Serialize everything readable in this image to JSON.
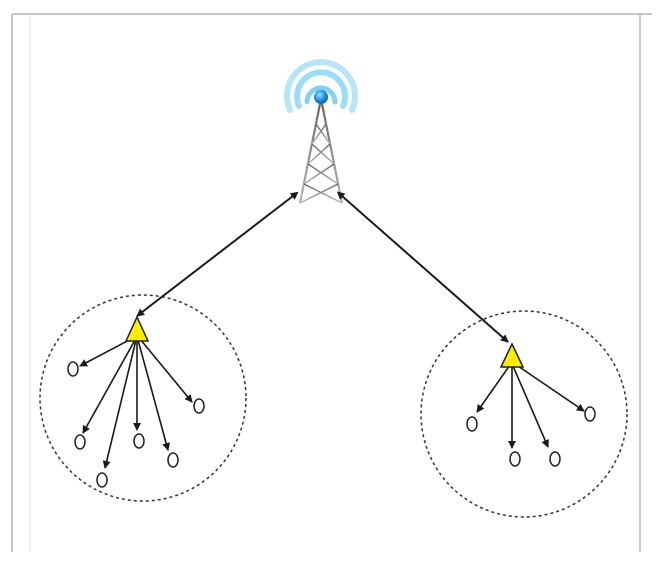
{
  "diagram": {
    "nodes": [
      {
        "id": "tower",
        "kind": "base-station-tower"
      },
      {
        "id": "relay-left",
        "kind": "relay-triangle"
      },
      {
        "id": "relay-right",
        "kind": "relay-triangle"
      },
      {
        "id": "user-l1",
        "kind": "user-node"
      },
      {
        "id": "user-l2",
        "kind": "user-node"
      },
      {
        "id": "user-l3",
        "kind": "user-node"
      },
      {
        "id": "user-l4",
        "kind": "user-node"
      },
      {
        "id": "user-l5",
        "kind": "user-node"
      },
      {
        "id": "user-l6",
        "kind": "user-node"
      },
      {
        "id": "user-r1",
        "kind": "user-node"
      },
      {
        "id": "user-r2",
        "kind": "user-node"
      },
      {
        "id": "user-r3",
        "kind": "user-node"
      },
      {
        "id": "user-r4",
        "kind": "user-node"
      }
    ],
    "links": [
      {
        "from": "tower",
        "to": "relay-left",
        "direction": "bidirectional"
      },
      {
        "from": "tower",
        "to": "relay-right",
        "direction": "bidirectional"
      },
      {
        "from": "relay-left",
        "to": "user-l1",
        "direction": "forward"
      },
      {
        "from": "relay-left",
        "to": "user-l2",
        "direction": "forward"
      },
      {
        "from": "relay-left",
        "to": "user-l3",
        "direction": "forward"
      },
      {
        "from": "relay-left",
        "to": "user-l4",
        "direction": "forward"
      },
      {
        "from": "relay-left",
        "to": "user-l5",
        "direction": "forward"
      },
      {
        "from": "relay-left",
        "to": "user-l6",
        "direction": "forward"
      },
      {
        "from": "relay-right",
        "to": "user-r1",
        "direction": "forward"
      },
      {
        "from": "relay-right",
        "to": "user-r2",
        "direction": "forward"
      },
      {
        "from": "relay-right",
        "to": "user-r3",
        "direction": "forward"
      },
      {
        "from": "relay-right",
        "to": "user-r4",
        "direction": "forward"
      }
    ],
    "clusters": [
      {
        "id": "cluster-left",
        "style": "dashed-circle"
      },
      {
        "id": "cluster-right",
        "style": "dashed-circle"
      }
    ],
    "colors": {
      "border": "#c8c8c8",
      "relay_fill": "#ffee00",
      "antenna_dot": "#1a8fe0",
      "signal_wave": "#7ad0f5",
      "tower_gray": "#8a8a8a",
      "arrow": "#1a1a1a"
    }
  }
}
